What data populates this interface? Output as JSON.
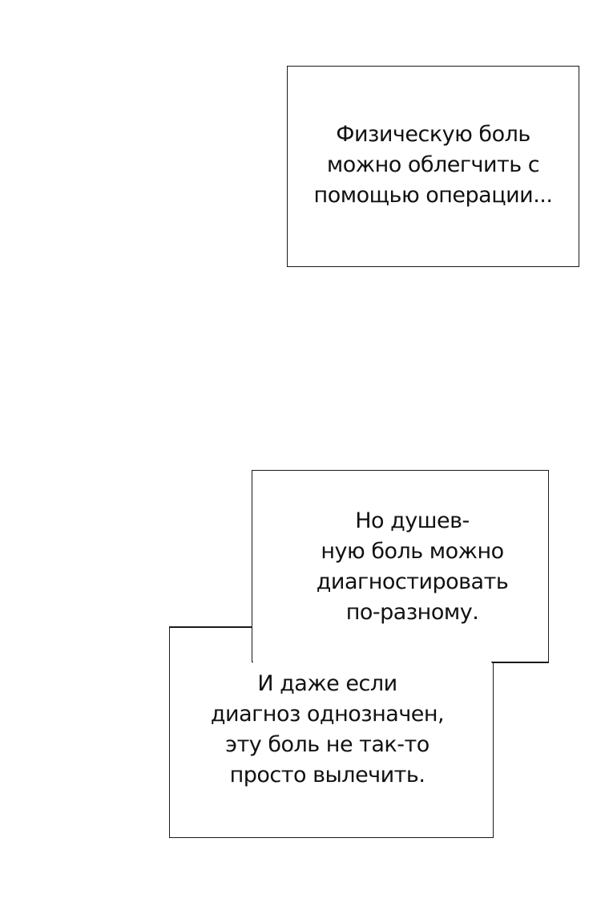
{
  "panels": [
    {
      "lines": [
        "Физическую боль",
        "можно облегчить с",
        "помощью операции..."
      ]
    },
    {
      "lines": [
        "Но душев-",
        "ную боль можно",
        "диагностировать",
        "по-разному."
      ]
    },
    {
      "lines": [
        "И даже если",
        "диагноз однозначен,",
        "эту боль не так-то",
        "просто вылечить."
      ]
    }
  ]
}
